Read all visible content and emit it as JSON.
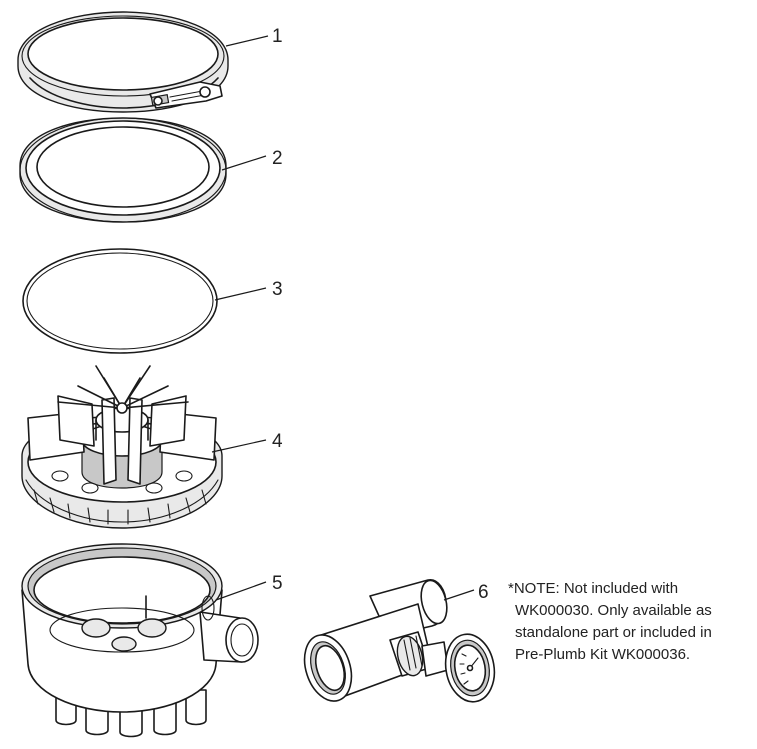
{
  "parts": [
    {
      "number": "1"
    },
    {
      "number": "2"
    },
    {
      "number": "3"
    },
    {
      "number": "4"
    },
    {
      "number": "5"
    },
    {
      "number": "6"
    }
  ],
  "note": {
    "lines": [
      "*NOTE: Not included with",
      "WK000030. Only available as",
      "standalone part or included in",
      "Pre-Plumb Kit WK000036."
    ]
  }
}
